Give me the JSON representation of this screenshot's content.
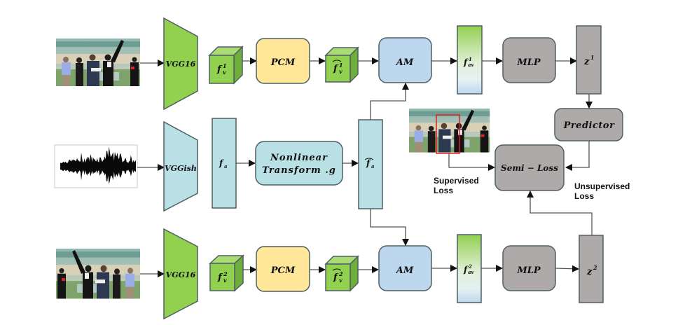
{
  "diagram": {
    "colors": {
      "vgg_green": "#92d050",
      "cube_top": "#a9dc74",
      "cube_side": "#6fae3a",
      "audio_teal": "#b9e0e4",
      "pcm_yellow": "#ffe699",
      "am_blue": "#bdd7ee",
      "mlp_gray": "#aeaaaa",
      "bbox_red": "#e02020"
    },
    "top_branch": {
      "input": "video-frame-1",
      "encoder": "VGG16",
      "feature": "f_v^1",
      "pcm": "PCM",
      "refined_feature": "f̂_v^1",
      "am": "AM",
      "fused_feature": "f_av^1",
      "mlp": "MLP",
      "projection": "z^1"
    },
    "audio_branch": {
      "input": "audio-waveform",
      "encoder": "VGGish",
      "feature": "f_a",
      "transform_line1": "Nonlinear",
      "transform_line2": "Transform .g",
      "transformed_feature": "f̂_a"
    },
    "bottom_branch": {
      "input": "video-frame-2",
      "encoder": "VGG16",
      "feature": "f_v^2",
      "pcm": "PCM",
      "refined_feature": "f̂_v^2",
      "am": "AM",
      "fused_feature": "f_av^2",
      "mlp": "MLP",
      "projection": "z^2"
    },
    "loss": {
      "predictor": "Predictor",
      "semi_loss": "Semi − Loss",
      "supervised_line1": "Supervised",
      "supervised_line2": "Loss",
      "unsupervised_line1": "Unsupervised",
      "unsupervised_line2": "Loss",
      "annotated_input": "labeled-video-frame"
    },
    "labels": {
      "f": "f",
      "v": "v",
      "a": "a",
      "av": "av",
      "z": "z",
      "sup1": "1",
      "sup2": "2"
    }
  }
}
